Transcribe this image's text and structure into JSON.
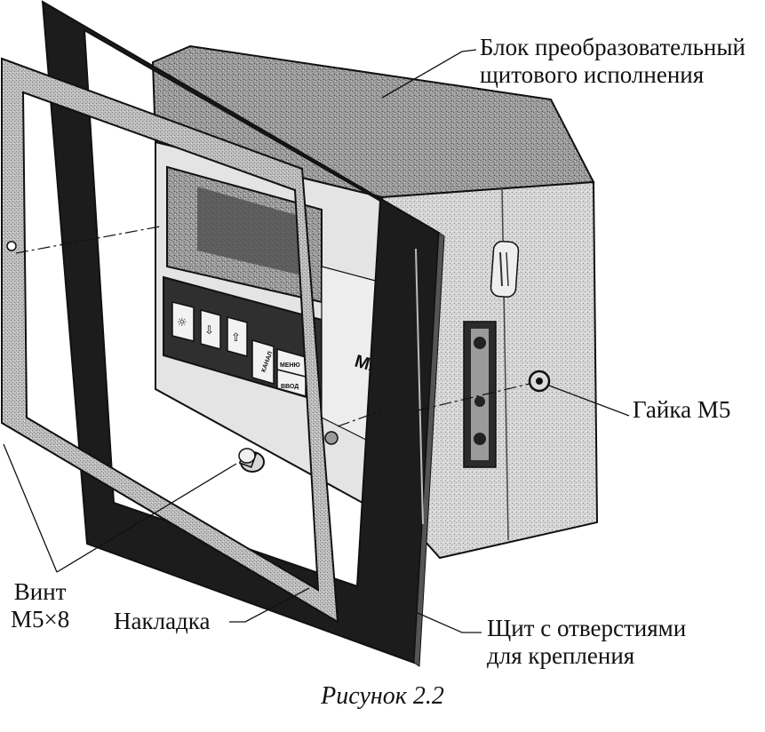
{
  "labels": {
    "block_line1": "Блок преобразовательный",
    "block_line2": "щитового исполнения",
    "nut": "Гайка М5",
    "screw_line1": "Винт",
    "screw_line2": "М5×8",
    "overlay": "Накладка",
    "panel_line1": "Щит с отверстиями",
    "panel_line2": "для крепления"
  },
  "caption": "Рисунок 2.2",
  "device": {
    "brand_partial": "МАР",
    "keys": [
      {
        "name": "light-key",
        "icon": "sun-icon",
        "glyph": "☼"
      },
      {
        "name": "down-key",
        "icon": "arrow-down-icon",
        "glyph": "⇩"
      },
      {
        "name": "up-key",
        "icon": "arrow-up-icon",
        "glyph": "⇧"
      }
    ],
    "key_channel": "КАНАЛ",
    "key_mode_top": "МЕНЮ",
    "key_mode_bottom": "ВВОД"
  },
  "colors": {
    "ink": "#111111",
    "gasket": "#b9b9b9",
    "panel": "#1c1c1c",
    "housing_top": "#8c8c8c",
    "housing_side": "#cfcfcf",
    "display": "#3a3a3a"
  }
}
